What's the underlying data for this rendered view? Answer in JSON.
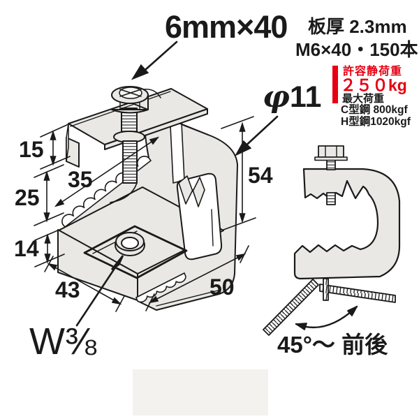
{
  "colors": {
    "ink": "#1a1a1a",
    "red": "#e60012",
    "metal": "#e9e8e4",
    "faint_box": "#f4f2ef"
  },
  "annotations": {
    "bolt_spec": "6mm×40",
    "plate_thickness": "板厚 2.3mm",
    "contents": "M6×40・150本"
  },
  "load_panel": {
    "allowable_static_label": "許容静荷重",
    "allowable_static_value": "２５０kg",
    "max_load_label": "最大荷重",
    "c_channel_value": "C型鋼 800kgf",
    "h_beam_value": "H型鋼1020kgf"
  },
  "dimensions": {
    "lip_height": "15",
    "bolt_offset": "35",
    "jaw_gap": "25",
    "base_height": "14",
    "base_width": "43",
    "depth": "50",
    "side_height": "54",
    "hole_symbol": "φ",
    "hole_diameter": "11",
    "thread_size": "W⅜"
  },
  "swing_range": "45°～ 前後"
}
